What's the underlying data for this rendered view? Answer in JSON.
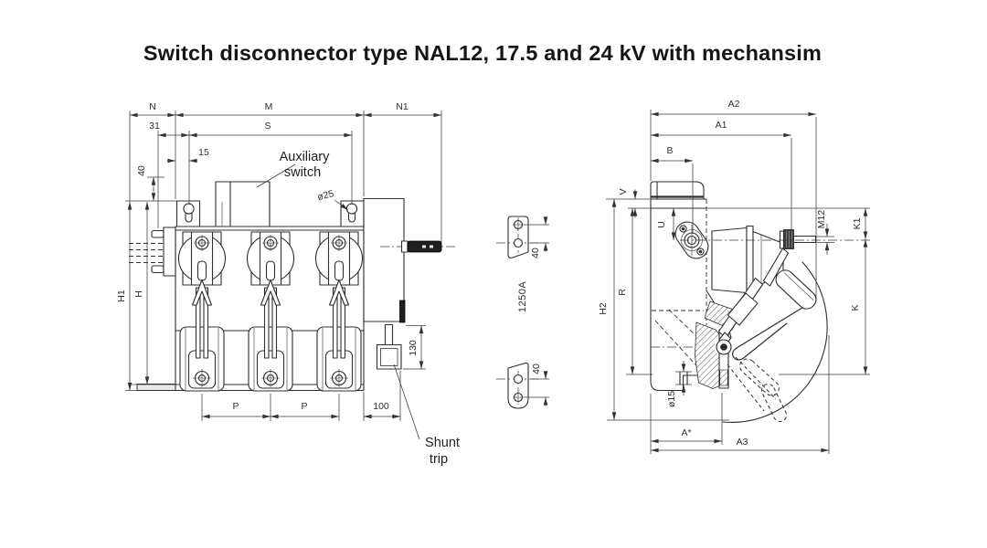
{
  "title": "Switch disconnector type NAL12, 17.5 and 24 kV with mechansim",
  "front_view": {
    "dims": {
      "n": "N",
      "m": "M",
      "n1": "N1",
      "d31": "31",
      "s": "S",
      "d15": "15",
      "d40": "40",
      "h1": "H1",
      "h": "H",
      "p_left": "P",
      "p_right": "P",
      "d100": "100",
      "d130": "130",
      "dia25": "ø25"
    },
    "notes": {
      "aux_line1": "Auxiliary",
      "aux_line2": "switch",
      "shunt_line1": "Shunt",
      "shunt_line2": "trip"
    }
  },
  "detail_views": {
    "rating": "1250A",
    "upper_hole_spacing": "40",
    "lower_hole_spacing": "40"
  },
  "side_view": {
    "dims": {
      "a2": "A2",
      "a1": "A1",
      "b": "B",
      "v": "V",
      "u": "U",
      "r": "R",
      "h2": "H2",
      "m12": "M12",
      "k1": "K1",
      "k": "K",
      "dia15": "ø15",
      "a_star": "A*",
      "a3": "A3"
    }
  },
  "colors": {
    "line": "#2f2f2f",
    "dim": "#3a3a3a",
    "background": "#ffffff"
  }
}
